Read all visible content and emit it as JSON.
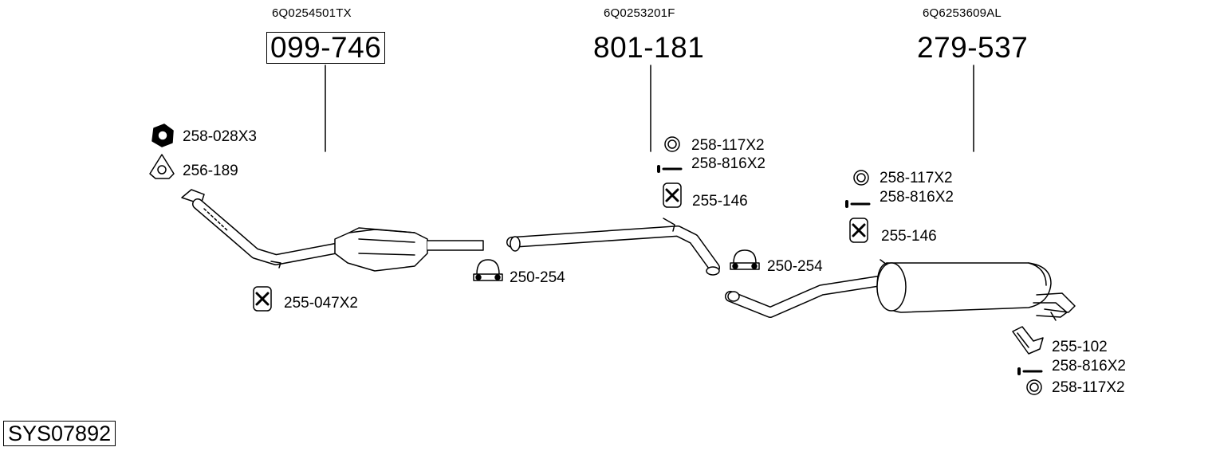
{
  "assembly": {
    "system_code": "SYS07892"
  },
  "sections": [
    {
      "oem_number": "6Q0254501TX",
      "part_number": "099-746",
      "highlighted": true
    },
    {
      "oem_number": "6Q0253201F",
      "part_number": "801-181",
      "highlighted": false
    },
    {
      "oem_number": "6Q6253609AL",
      "part_number": "279-537",
      "highlighted": false
    }
  ],
  "callouts": {
    "front_nut": "258-028X3",
    "front_gasket": "256-189",
    "front_hanger": "255-047X2",
    "clamp_1": "250-254",
    "mid_ring": "258-117X2",
    "mid_bolt": "258-816X2",
    "mid_hanger": "255-146",
    "clamp_2": "250-254",
    "rear_ring": "258-117X2",
    "rear_bolt": "258-816X2",
    "rear_hanger": "255-146",
    "tail_bracket": "255-102",
    "tail_bolt": "258-816X2",
    "tail_ring": "258-117X2"
  },
  "icons": [
    "hex-nut-icon",
    "flange-gasket-icon",
    "rubber-hanger-icon",
    "exhaust-clamp-icon",
    "ring-washer-icon",
    "bolt-icon",
    "bracket-icon"
  ]
}
